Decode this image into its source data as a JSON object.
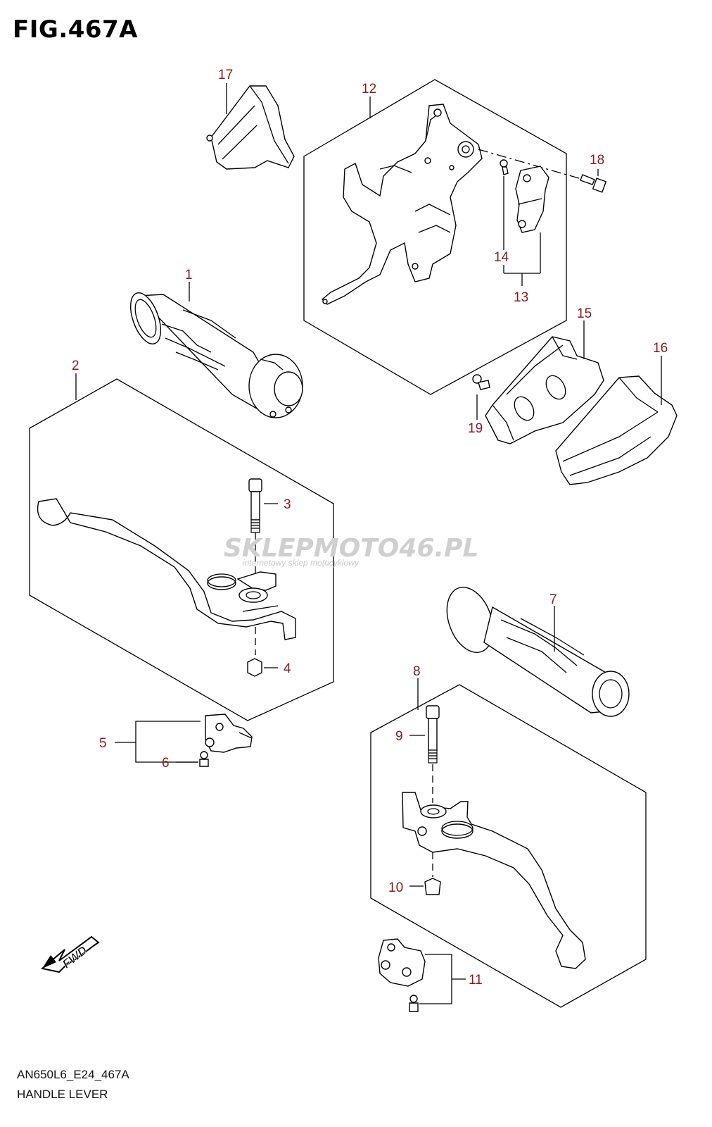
{
  "figure": {
    "title": "FIG.467A",
    "footer_code": "AN650L6_E24_467A",
    "footer_name": "HANDLE LEVER"
  },
  "watermark": {
    "brand": "SKLEPMOTO46.PL",
    "tagline": "internetowy sklep motocyklowy"
  },
  "fwd_label": "FWD",
  "callouts": [
    "1",
    "2",
    "3",
    "4",
    "5",
    "6",
    "7",
    "8",
    "9",
    "10",
    "11",
    "12",
    "13",
    "14",
    "15",
    "16",
    "17",
    "18",
    "19"
  ],
  "colors": {
    "callout": "#8b1a1a",
    "line": "#000000",
    "watermark": "#cfcfcf"
  }
}
